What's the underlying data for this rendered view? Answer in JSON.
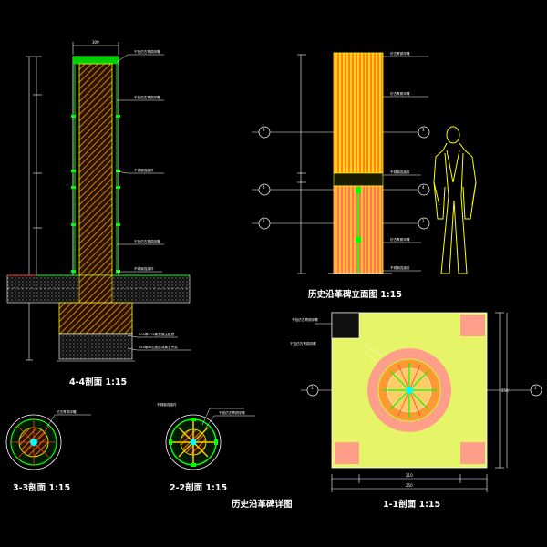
{
  "drawing_titles": {
    "section_4": "4-4剖面 1:15",
    "section_3": "3-3剖面 1:15",
    "section_2": "2-2剖面 1:15",
    "elevation": "历史沿革碑立面图 1:15",
    "plan_title": "历史沿革碑详图",
    "section_1": "1-1剖面 1:15"
  },
  "callouts": {
    "a": "干挂仿古青铜浮雕",
    "b": "干挂仿古青铜浮雕",
    "c": "不锈钢连接件",
    "d": "干挂仿古青铜浮雕",
    "e": "不锈钢连接件",
    "f": "100厚C15素混凝土垫层",
    "g": "150厚碎石垫层或素土夯实",
    "h": "仿古青铜浮雕",
    "i": "仿古青铜浮雕",
    "j": "不锈钢连接件",
    "k": "仿古青铜浮雕",
    "l": "不锈钢连接件",
    "m": "干挂仿古青铜浮雕",
    "n": "不锈钢连接件",
    "o": "干挂仿古青铜浮雕",
    "p": "干挂仿古青铜浮雕",
    "q": "仿古青铜浮雕"
  },
  "section_markers": {
    "m2": "2",
    "m3": "3",
    "m4": "4",
    "m1": "1"
  },
  "dims": {
    "top": "300",
    "plan_bottom": "210",
    "plan_total": "250",
    "plan_side": "250"
  },
  "colors": {
    "background": "#000000",
    "line_white": "#ffffff",
    "line_yellow": "#ffff00",
    "line_green": "#00ff00",
    "hatch_orange": "#ff9900",
    "plan_fill": "#e6f567",
    "pad_pink": "#ff9f8a",
    "cyan": "#00ffff"
  }
}
